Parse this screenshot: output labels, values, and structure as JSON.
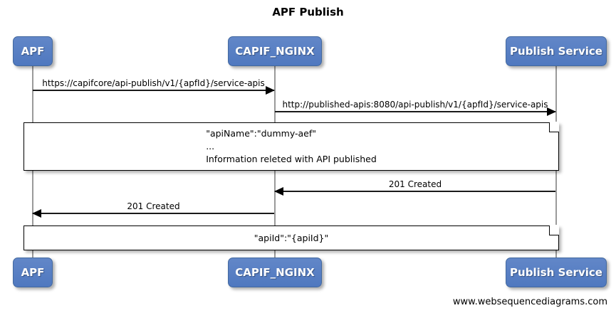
{
  "diagram": {
    "title": "APF Publish",
    "footer": "www.websequencediagrams.com",
    "colors": {
      "participant_fill": "#5b7fc4",
      "participant_text": "#ffffff",
      "lifeline": "#9a9a9a",
      "arrow": "#000000",
      "note_fill": "#ffffff",
      "note_border": "#000000",
      "background": "#ffffff"
    }
  },
  "participants": [
    {
      "id": "apf",
      "label": "APF"
    },
    {
      "id": "capif_nginx",
      "label": "CAPIF_NGINX"
    },
    {
      "id": "publish_service",
      "label": "Publish Service"
    }
  ],
  "messages": [
    {
      "id": "m1",
      "label": "https://capifcore/api-publish/v1/{apfId}/service-apis",
      "from": "APF",
      "to": "CAPIF_NGINX",
      "direction": "right"
    },
    {
      "id": "m2",
      "label": "http://published-apis:8080/api-publish/v1/{apfId}/service-apis",
      "from": "CAPIF_NGINX",
      "to": "Publish Service",
      "direction": "right"
    },
    {
      "id": "m3",
      "label": "201 Created",
      "from": "Publish Service",
      "to": "CAPIF_NGINX",
      "direction": "left"
    },
    {
      "id": "m4",
      "label": "201 Created",
      "from": "CAPIF_NGINX",
      "to": "APF",
      "direction": "left"
    }
  ],
  "notes": [
    {
      "id": "note1",
      "lines": [
        "\"apiName\":\"dummy-aef\"",
        "...",
        "Information releted with API published"
      ]
    },
    {
      "id": "note2",
      "lines": [
        "\"apiId\":\"{apiId}\""
      ]
    }
  ]
}
